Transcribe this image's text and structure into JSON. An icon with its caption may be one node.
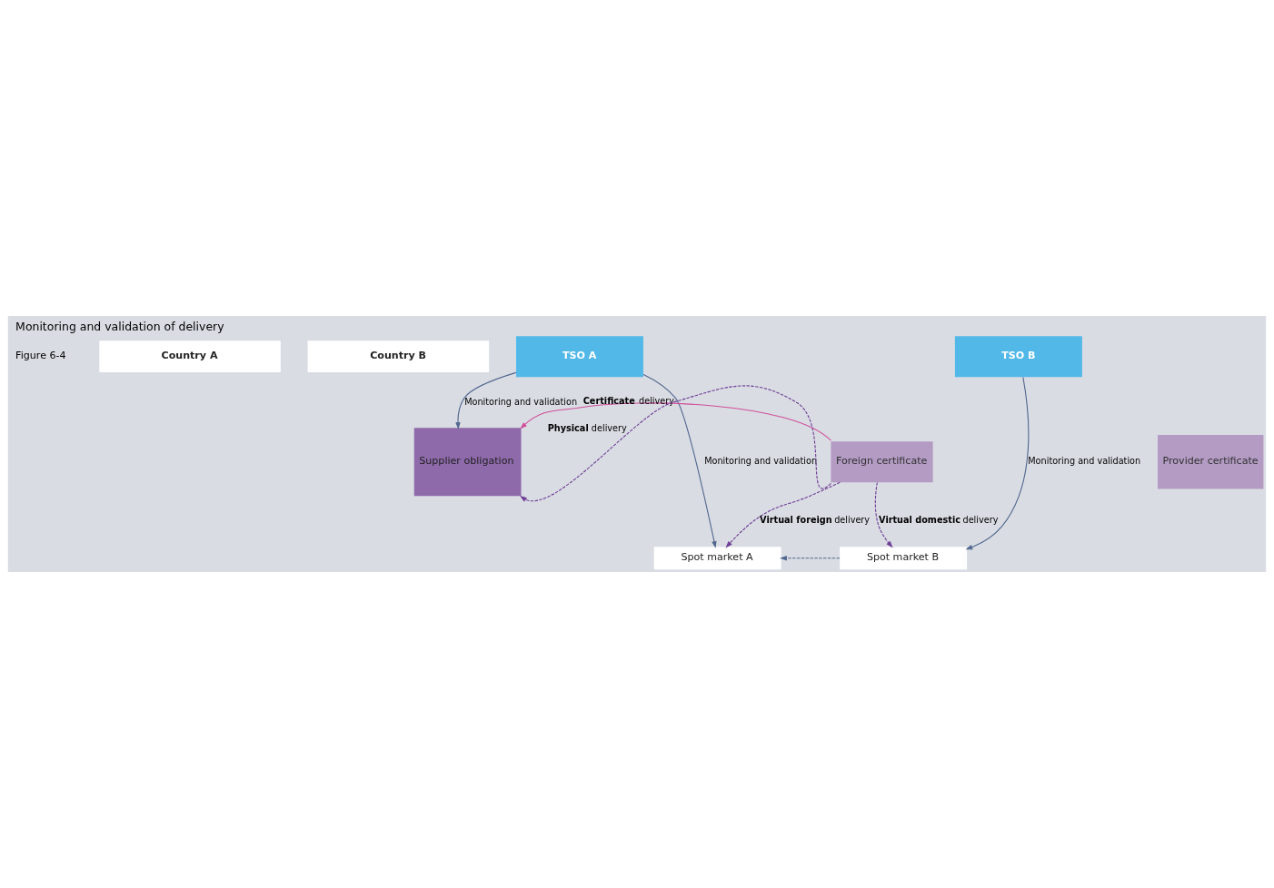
{
  "diagram": {
    "title": "Monitoring and validation of delivery",
    "nodes": [
      {
        "text": [
          "Country A"
        ]
      },
      {
        "text": [
          "Country B"
        ]
      },
      {
        "text": [
          "TSO A"
        ]
      },
      {
        "text": [
          "TSO B"
        ]
      },
      {
        "text": [
          "Provider certificate"
        ]
      },
      {
        "text": [
          "Supplier obligation"
        ]
      },
      {
        "text": [
          "Foreign certificate"
        ]
      },
      {
        "text": [
          "Spot market A"
        ]
      },
      {
        "text": [
          "Spot market B"
        ]
      }
    ],
    "edges": [
      {
        "from": 2,
        "to": 5,
        "arrow": "to",
        "label": "Monitoring and validation"
      },
      {
        "from": 2,
        "to": 7,
        "arrow": "to",
        "label": "Monitoring and validation"
      },
      {
        "from": 3,
        "to": 8,
        "arrow": "to",
        "label": "Monitoring and validation"
      },
      {
        "from": 6,
        "to": 5,
        "arrow": "to",
        "label": "**Certificate** delivery",
        "color": "#d04f9b"
      },
      {
        "from": 6,
        "to": 5,
        "arrow": "to",
        "label": "**Physical** delivery",
        "style": "dashed",
        "color": "#6e3e96"
      },
      {
        "from": 6,
        "to": 7,
        "arrow": "to",
        "label": "**Virtual foreign** delivery",
        "style": "dashed",
        "color": "#6e3e96"
      },
      {
        "from": 6,
        "to": 8,
        "arrow": "to",
        "label": "**Virtual domestic** delivery",
        "style": "dashed",
        "color": "#6e3e96"
      },
      {
        "from": 8,
        "to": 7,
        "arrow": "to",
        "style": "dashed"
      }
    ],
    "labels": [
      "Figure 6-4"
    ]
  }
}
